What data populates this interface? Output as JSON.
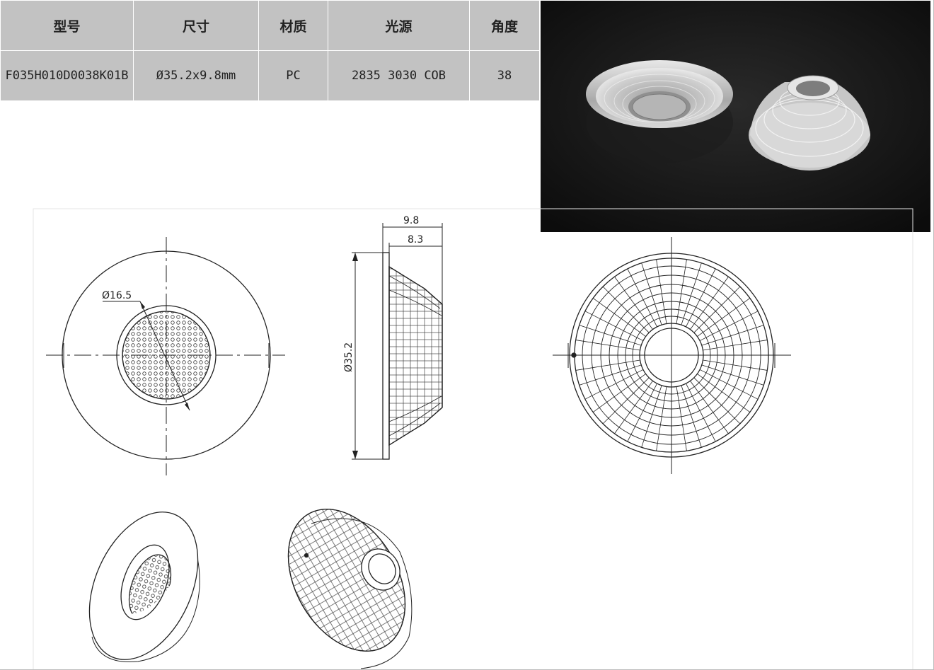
{
  "table": {
    "headers": {
      "model": "型号",
      "size": "尺寸",
      "material": "材质",
      "light_source": "光源",
      "angle": "角度"
    },
    "row": {
      "model": "F035H010D0038K01B",
      "size": "Ø35.2x9.8mm",
      "material": "PC",
      "light_source": "2835 3030 COB",
      "angle": "38"
    }
  },
  "drawing": {
    "dim_inner_diameter": "Ø16.5",
    "dim_height_total": "9.8",
    "dim_height_body": "8.3",
    "dim_outer_diameter": "Ø35.2"
  },
  "colors": {
    "table_bg": "#c2c2c2",
    "line": "#222222",
    "photo_bg": "#141414"
  }
}
